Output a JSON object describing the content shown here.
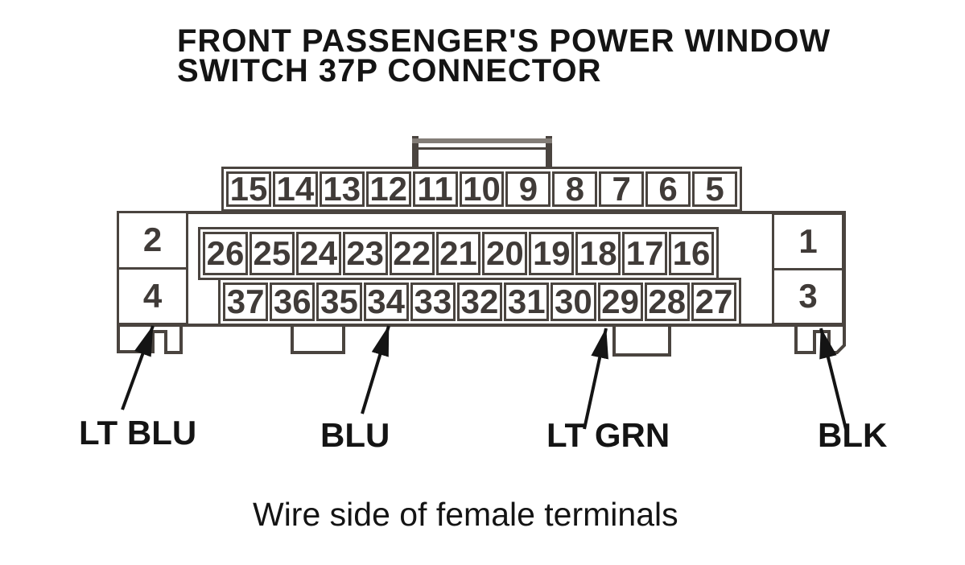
{
  "title": {
    "line1": "FRONT PASSENGER'S POWER WINDOW",
    "line2": "SWITCH 37P CONNECTOR"
  },
  "connector": {
    "pin_rows": {
      "top": [
        "15",
        "14",
        "13",
        "12",
        "11",
        "10",
        "9",
        "8",
        "7",
        "6",
        "5"
      ],
      "middle": [
        "26",
        "25",
        "24",
        "23",
        "22",
        "21",
        "20",
        "19",
        "18",
        "17",
        "16"
      ],
      "bottom": [
        "37",
        "36",
        "35",
        "34",
        "33",
        "32",
        "31",
        "30",
        "29",
        "28",
        "27"
      ]
    },
    "side_pins": {
      "left_top": "2",
      "left_bottom": "4",
      "right_top": "1",
      "right_bottom": "3"
    }
  },
  "wire_labels": [
    {
      "label": "LT BLU",
      "points_to_pin": "4"
    },
    {
      "label": "BLU",
      "points_to_pin": "34"
    },
    {
      "label": "LT GRN",
      "points_to_pin": "29"
    },
    {
      "label": "BLK",
      "points_to_pin": "3"
    }
  ],
  "caption": "Wire side of female terminals",
  "colors": {
    "line": "#4a443f",
    "text": "#141414",
    "digits": "#403b38",
    "background": "#ffffff",
    "latch_bar": "#837d77"
  }
}
